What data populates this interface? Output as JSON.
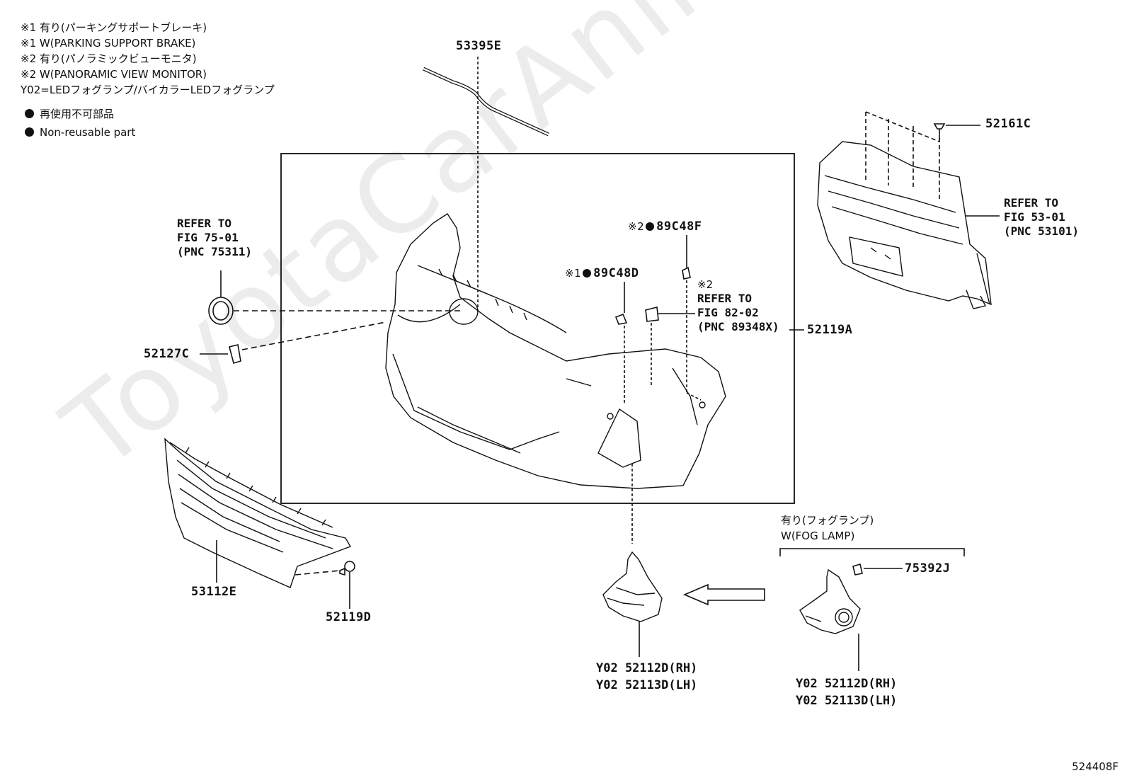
{
  "notes": {
    "line1": "※1 有り(パーキングサポートブレーキ)",
    "line2": "※1 W(PARKING SUPPORT BRAKE)",
    "line3": "※2 有り(パノラミックビューモニタ)",
    "line4": "※2 W(PANORAMIC VIEW MONITOR)",
    "line5": "Y02=LEDフォグランプ/バイカラーLEDフォグランプ",
    "legend_jp": "再使用不可部品",
    "legend_en": "Non-reusable part"
  },
  "labels": {
    "p53395E": "53395E",
    "p52161C": "52161C",
    "p52119A": "52119A",
    "p52127C": "52127C",
    "p53112E": "53112E",
    "p52119D": "52119D",
    "p75392J": "75392J",
    "p89C48F_prefix": "※2",
    "p89C48F": "89C48F",
    "p89C48D_prefix": "※1",
    "p89C48D": "89C48D"
  },
  "refs": {
    "fig75": {
      "l1": "REFER TO",
      "l2": "FIG 75-01",
      "l3": "(PNC 75311)"
    },
    "fig53": {
      "l1": "REFER TO",
      "l2": "FIG 53-01",
      "l3": "(PNC 53101)"
    },
    "fig82": {
      "l0": "※2",
      "l1": "REFER TO",
      "l2": "FIG 82-02",
      "l3": "(PNC 89348X)"
    }
  },
  "foglamp_std": {
    "rh": "Y02 52112D(RH)",
    "lh": "Y02 52113D(LH)"
  },
  "foglamp_opt": {
    "header_jp": "有り(フォグランプ)",
    "header_en": "W(FOG LAMP)",
    "rh": "Y02 52112D(RH)",
    "lh": "Y02 52113D(LH)"
  },
  "figure_code": "524408F",
  "watermark": "ToyotaCarAnimo.ru"
}
